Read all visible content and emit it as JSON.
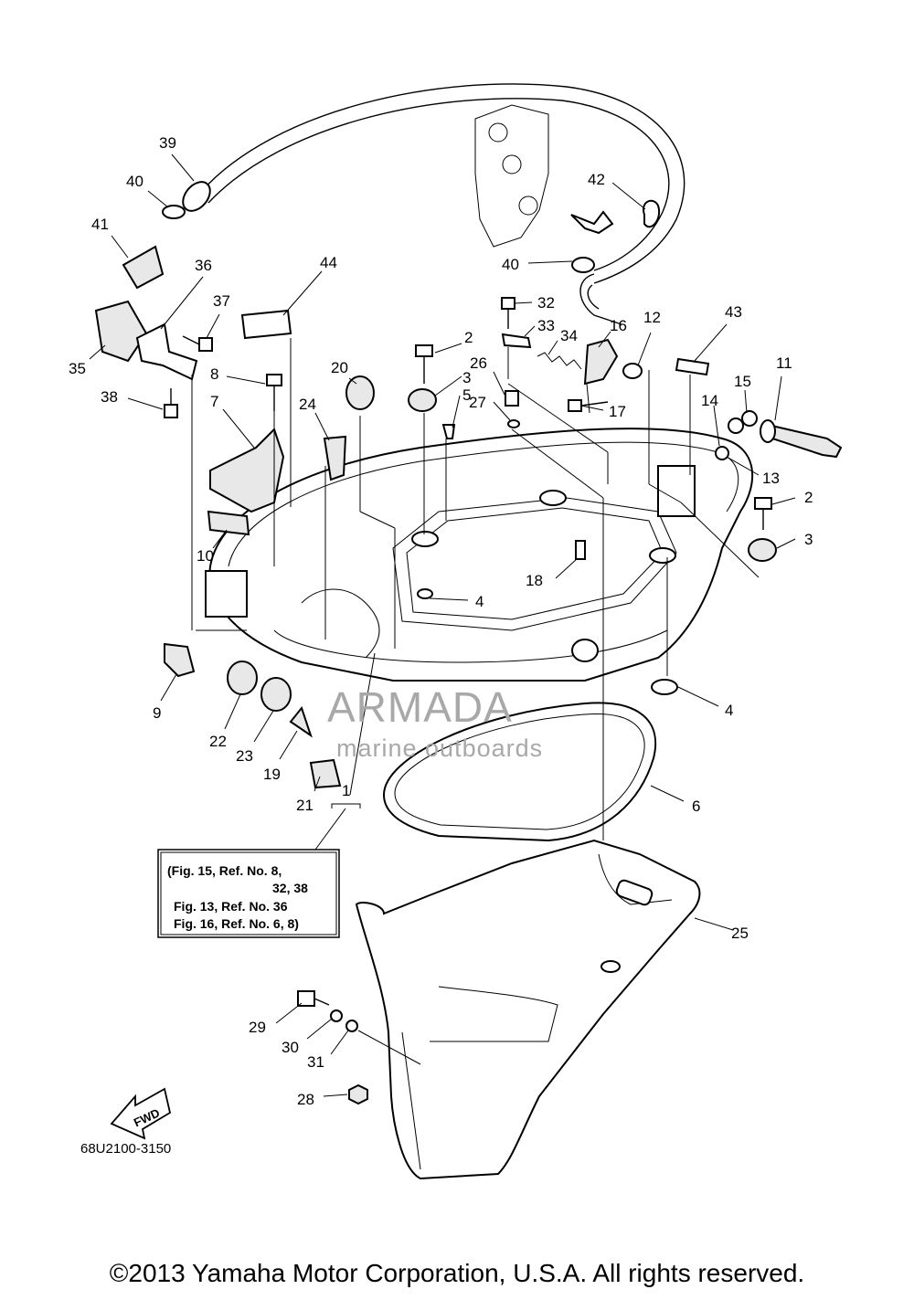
{
  "diagram": {
    "callouts": [
      "1",
      "2",
      "2",
      "3",
      "3",
      "4",
      "4",
      "5",
      "6",
      "7",
      "8",
      "9",
      "10",
      "11",
      "12",
      "13",
      "14",
      "15",
      "16",
      "17",
      "18",
      "19",
      "20",
      "21",
      "22",
      "23",
      "24",
      "25",
      "26",
      "27",
      "28",
      "29",
      "30",
      "31",
      "32",
      "33",
      "34",
      "35",
      "36",
      "37",
      "38",
      "39",
      "40",
      "40",
      "41",
      "42",
      "43",
      "44"
    ],
    "reference_box": {
      "line1": "(Fig. 15, Ref. No. 8,",
      "line2": "32, 38",
      "line3": "Fig. 13, Ref. No. 36",
      "line4": "Fig. 16, Ref. No. 6, 8)"
    },
    "direction_arrow": "FWD",
    "diagram_code": "68U2100-3150"
  },
  "watermark": {
    "brand": "ARMADA",
    "tagline": "marine outboards",
    "color": "#d9a0bf"
  },
  "footer": {
    "copyright": "©2013 Yamaha Motor Corporation, U.S.A. All rights reserved."
  }
}
